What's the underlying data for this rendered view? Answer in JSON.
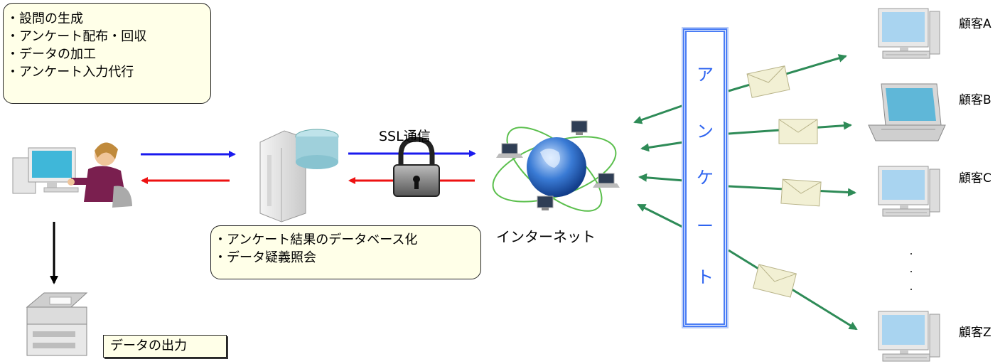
{
  "tasks_box": {
    "lines": [
      "・設問の生成",
      "・アンケート配布・回収",
      "・データの加工",
      "・アンケート入力代行"
    ]
  },
  "db_box": {
    "lines": [
      "・アンケート結果のデータベース化",
      "・データ疑義照会"
    ]
  },
  "ssl_label": "SSL通信",
  "internet_label": "インターネット",
  "output_label": "データの出力",
  "survey_banner": [
    "ア",
    "ン",
    "ケ",
    "ー",
    "ト"
  ],
  "customers": [
    {
      "label": "顧客A"
    },
    {
      "label": "顧客B"
    },
    {
      "label": "顧客C"
    },
    {
      "label": "顧客Z"
    }
  ],
  "colors": {
    "outgoing_arrow": "#1a1aee",
    "incoming_arrow": "#ee1111",
    "network_arrow": "#2e8b57",
    "banner_text": "#2e64f0",
    "box_fill": "#ffffe8"
  },
  "icons": [
    "operator-icon",
    "printer-icon",
    "server-icon",
    "padlock-icon",
    "globe-network-icon",
    "envelope-icon",
    "desktop-computer-icon",
    "laptop-icon"
  ]
}
